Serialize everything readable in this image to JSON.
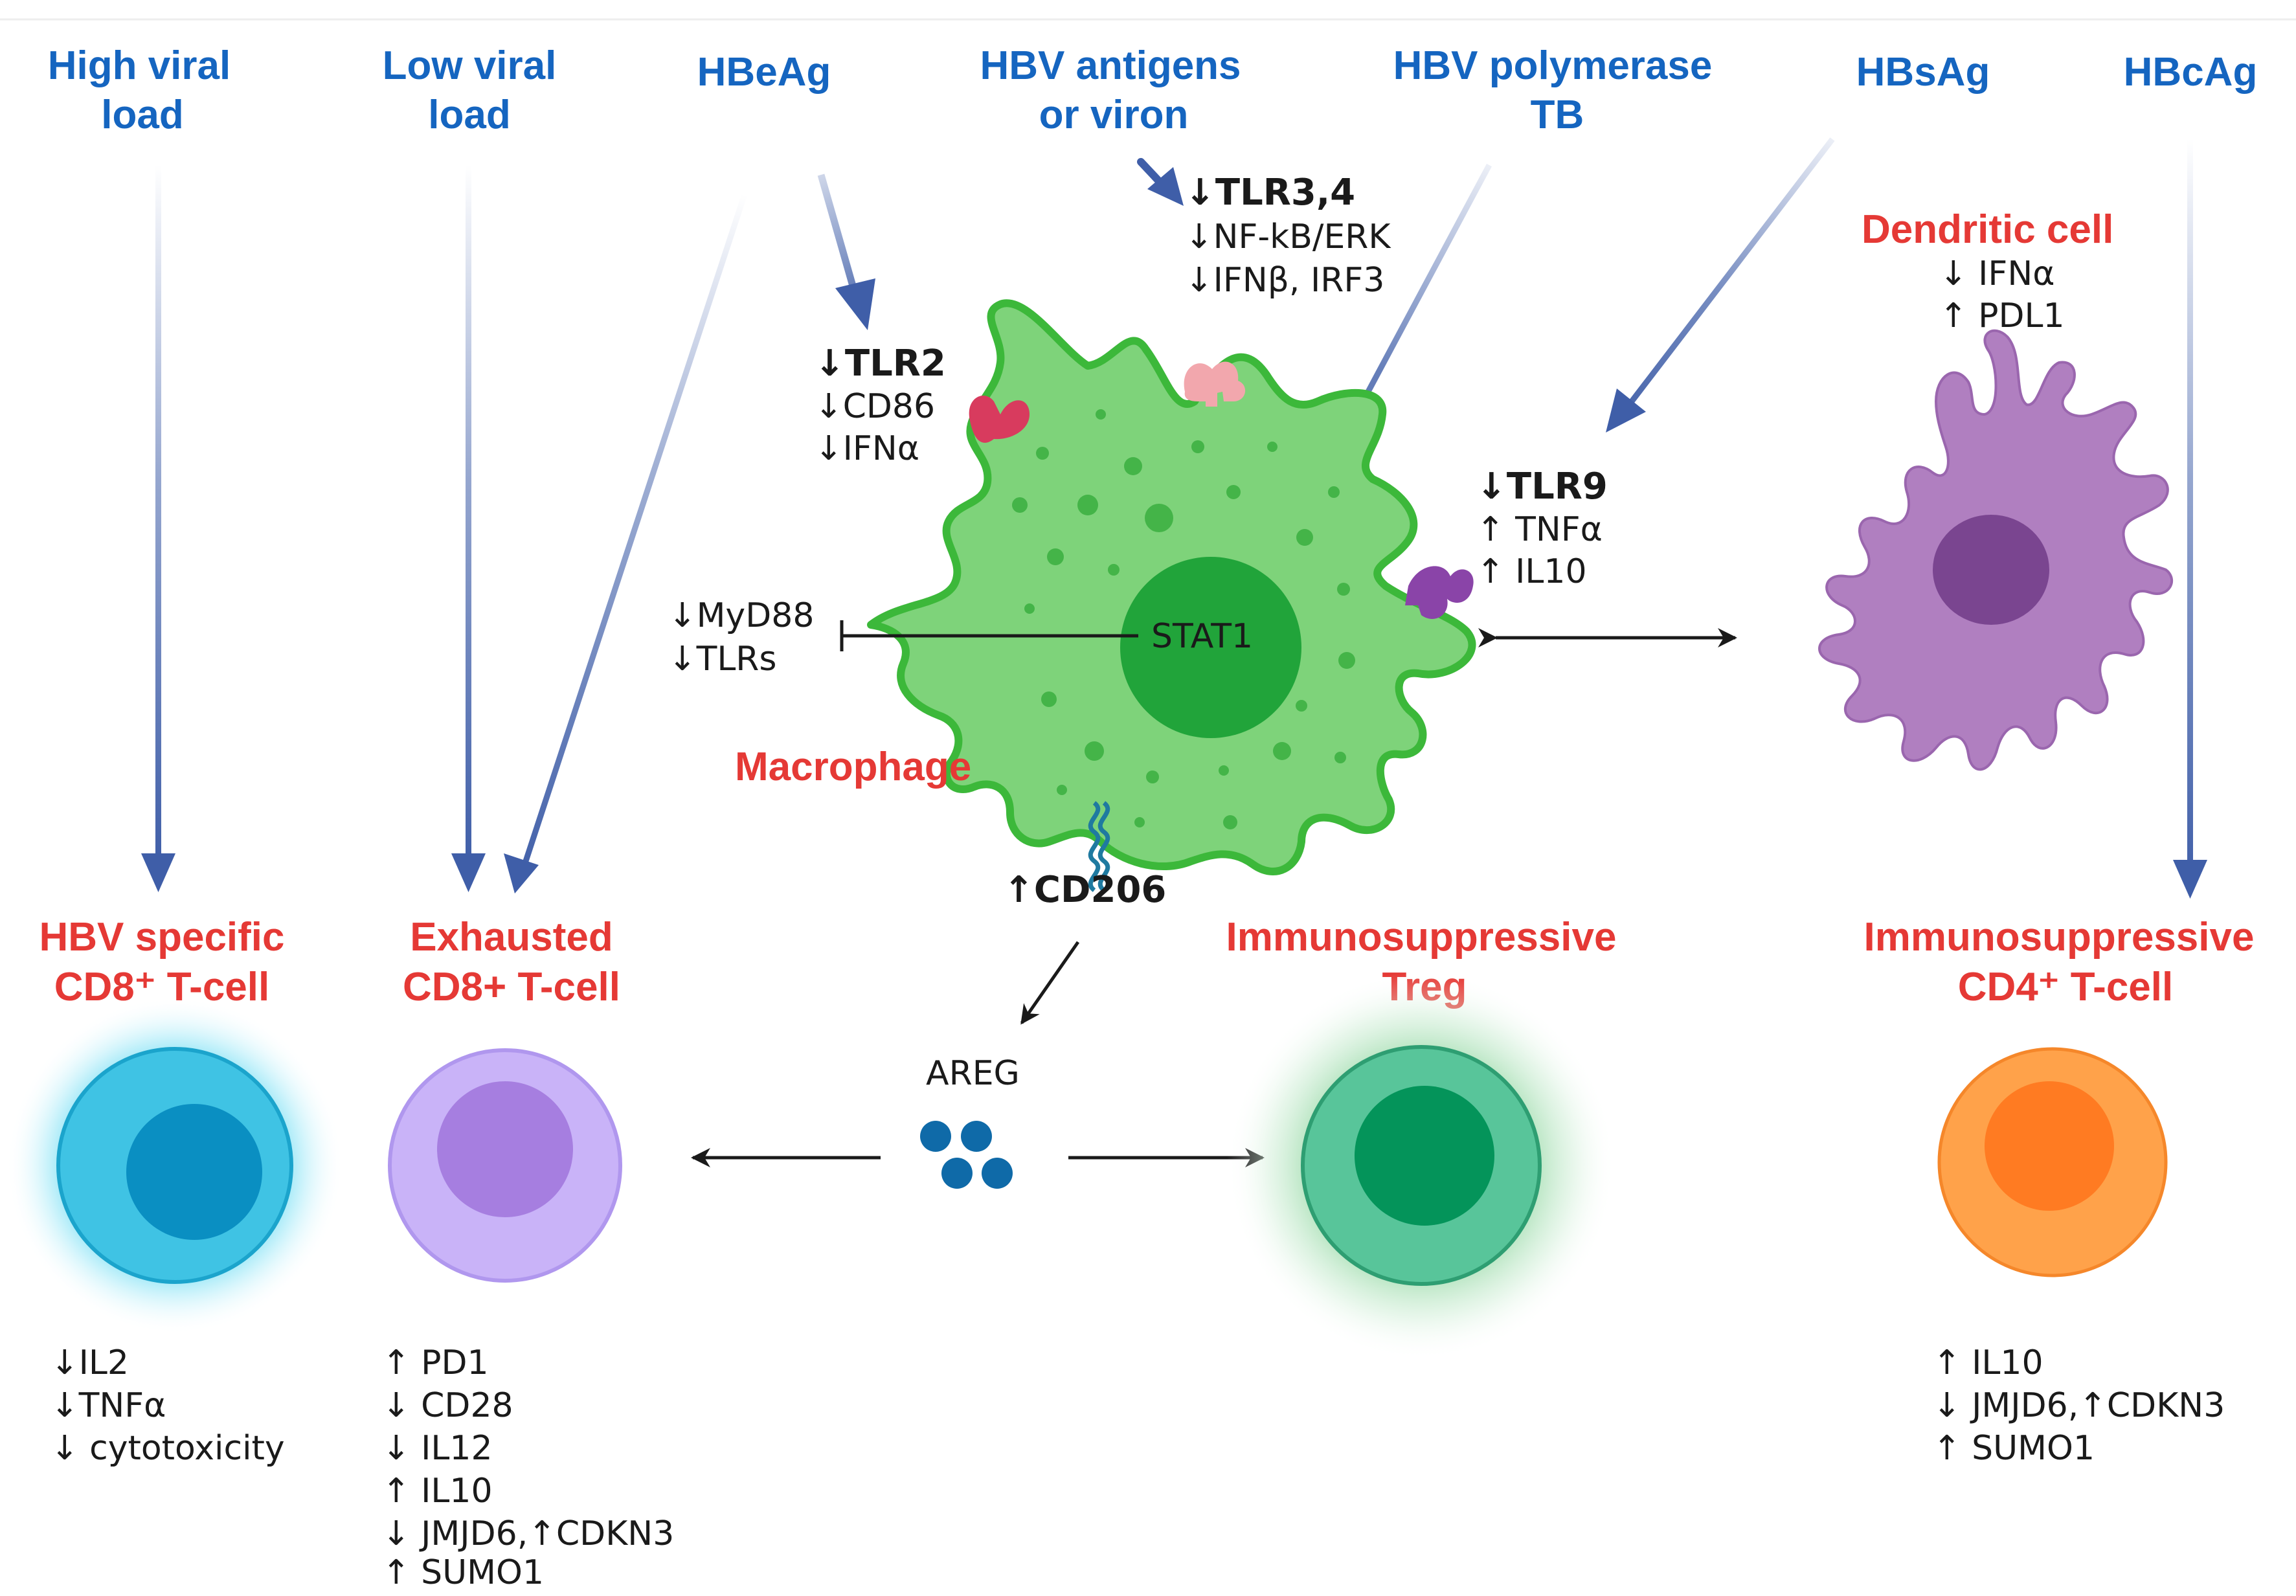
{
  "stimuli": {
    "high_viral_load": [
      "High viral",
      "load"
    ],
    "low_viral_load": [
      "Low viral",
      "load"
    ],
    "hbeag": [
      "HBeAg"
    ],
    "hbv_antigens": [
      "HBV antigens",
      "or viron"
    ],
    "hbv_polymerase": [
      "HBV polymerase",
      "TB"
    ],
    "hbsag": [
      "HBsAg"
    ],
    "hbcag": [
      "HBcAg"
    ]
  },
  "cells": {
    "macrophage": {
      "name": "Macrophage",
      "nucleus_label": "STAT1",
      "tlr2": [
        "↓TLR2",
        "↓CD86",
        "↓IFNα"
      ],
      "tlr34": [
        "↓TLR3,4",
        "↓NF-kB/ERK",
        "↓IFNβ, IRF3"
      ],
      "tlr9": [
        "↓TLR9",
        "↑ TNFα",
        "↑ IL10"
      ],
      "inhibit_left": [
        "↓MyD88",
        "↓TLRs"
      ],
      "cd206": "↑CD206"
    },
    "dendritic": {
      "name": "Dendritic cell",
      "markers": [
        "↓ IFNα",
        "↑ PDL1"
      ]
    },
    "areg": {
      "label": "AREG"
    },
    "cd8_specific": {
      "name": [
        "HBV specific",
        "CD8⁺ T-cell"
      ],
      "markers": [
        "↓IL2",
        "↓TNFα",
        "↓ cytotoxicity"
      ]
    },
    "cd8_exhausted": {
      "name": [
        "Exhausted",
        "CD8+ T-cell"
      ],
      "markers": [
        "↑ PD1",
        "↓ CD28",
        "↓ IL12",
        "↑ IL10",
        "↓ JMJD6,↑CDKN3",
        "↑ SUMO1"
      ]
    },
    "treg": {
      "name": [
        "Immunosuppressive",
        "Treg"
      ]
    },
    "cd4": {
      "name": [
        "Immunosuppressive",
        "CD4⁺ T-cell"
      ],
      "markers": [
        "↑ IL10",
        "↓ JMJD6,↑CDKN3",
        "↑ SUMO1"
      ]
    }
  },
  "colors": {
    "stimulus_text": "#1565c0",
    "cell_name_text": "#e53935",
    "arrow_blue": "#3f5ea8",
    "macrophage_body": "#7ed37a",
    "macrophage_outline": "#3cb83a",
    "macrophage_nucleus": "#21a43a",
    "dendritic_body": "#b07fc0",
    "dendritic_nucleus": "#7a4590",
    "cd8_specific": "#3fc3e4",
    "cd8_exhausted": "#c9b3f8",
    "treg": "#58c59a",
    "cd4": "#ffa24a",
    "areg_dots": "#0f6aa8"
  }
}
